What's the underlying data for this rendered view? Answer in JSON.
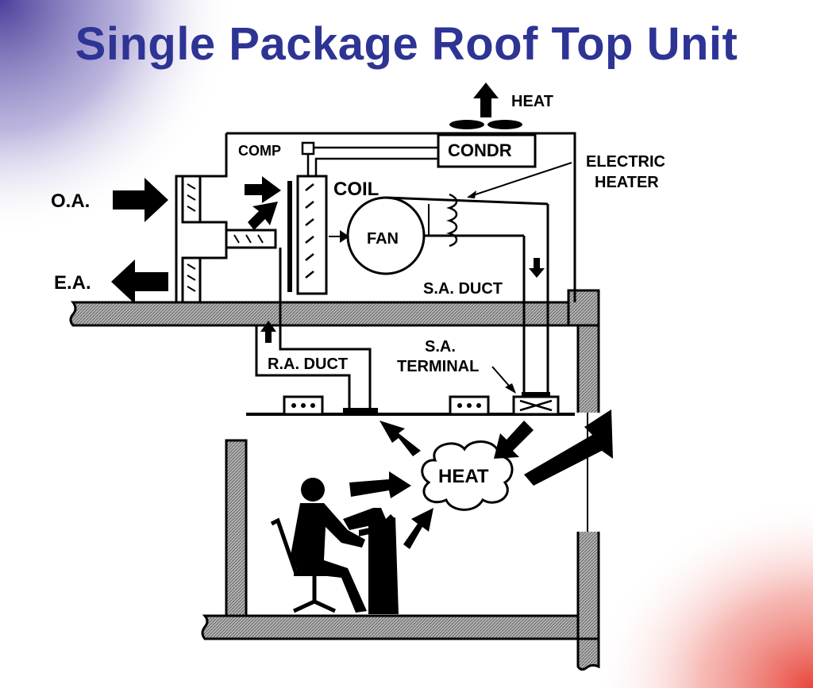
{
  "title": "Single Package Roof Top Unit",
  "colors": {
    "title": "#2e3494",
    "corner_top_left": "#5b4fa6",
    "corner_bottom_right": "#e8443a",
    "wall_fill": "#9a9a9a",
    "ink": "#000000"
  },
  "labels": {
    "heat_exhaust": "HEAT",
    "comp": "COMP",
    "condr": "CONDR",
    "electric_heater_line1": "ELECTRIC",
    "electric_heater_line2": "HEATER",
    "coil": "COIL",
    "oa": "O.A.",
    "ea": "E.A.",
    "fan": "FAN",
    "sa_duct": "S.A. DUCT",
    "ra_duct": "R.A. DUCT",
    "sa_terminal_line1": "S.A.",
    "sa_terminal_line2": "TERMINAL",
    "room_heat": "HEAT"
  }
}
